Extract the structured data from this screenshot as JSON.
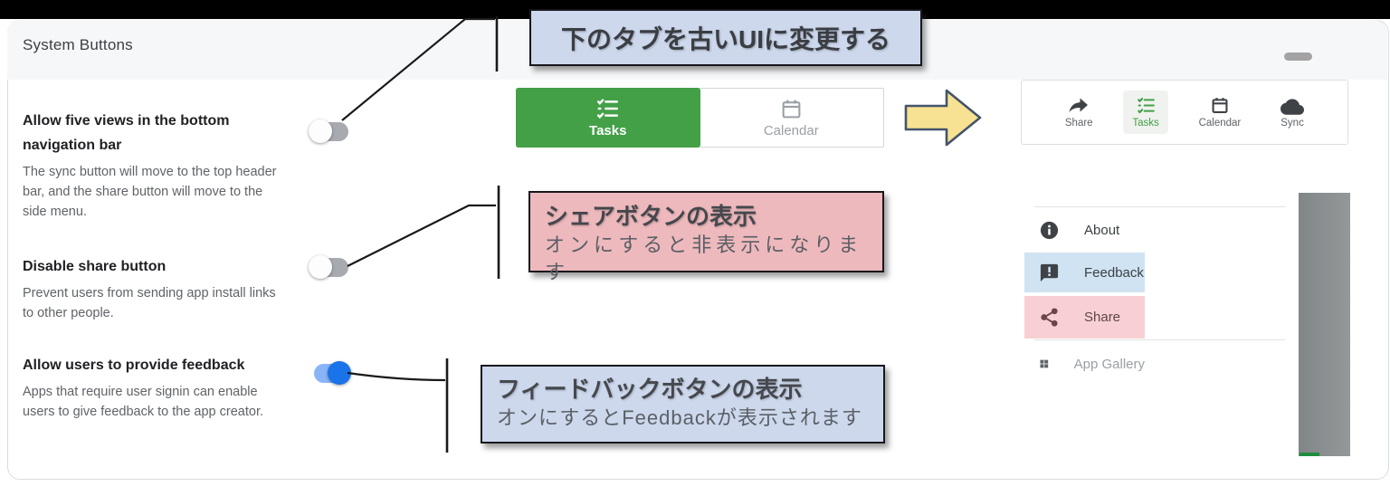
{
  "header": {
    "title": "System Buttons"
  },
  "settings": [
    {
      "title": "Allow five views in the bottom navigation bar",
      "description": "The sync button will move to the top header bar, and the share button will move to the side menu.",
      "state": "off"
    },
    {
      "title": "Disable share button",
      "description": "Prevent users from sending app install links to other people.",
      "state": "off"
    },
    {
      "title": "Allow users to provide feedback",
      "description": "Apps that require user signin can enable users to give feedback to the app creator.",
      "state": "on"
    }
  ],
  "annotations": {
    "tabs_note": {
      "text": "下のタブを古いUIに変更する"
    },
    "share_note": {
      "title": "シェアボタンの表示",
      "subtitle": "オンにすると非表示になります"
    },
    "feedback_note": {
      "title": "フィードバックボタンの表示",
      "subtitle": "オンにするとFeedbackが表示されます"
    }
  },
  "new_ui_tabbar": {
    "tabs": [
      {
        "label": "Tasks",
        "selected": true
      },
      {
        "label": "Calendar",
        "selected": false
      }
    ]
  },
  "old_ui_tabbar": {
    "tabs": [
      {
        "label": "Share",
        "selected": false
      },
      {
        "label": "Tasks",
        "selected": true
      },
      {
        "label": "Calendar",
        "selected": false
      },
      {
        "label": "Sync",
        "selected": false
      }
    ]
  },
  "side_menu": {
    "items": [
      {
        "label": "About",
        "highlight": "none"
      },
      {
        "label": "Feedback",
        "highlight": "blue"
      },
      {
        "label": "Share",
        "highlight": "pink"
      },
      {
        "label": "App Gallery",
        "highlight": "disabled"
      }
    ]
  },
  "colors": {
    "accent_green": "#43a047",
    "toggle_on_thumb": "#1a73e8",
    "toggle_on_track": "#8ab4f8",
    "toggle_off_track": "#a7abaf",
    "note_blue": "#cdd8ed",
    "note_pink": "#eeb9bd",
    "menu_highlight_blue": "#cfe3f3",
    "menu_highlight_pink": "#f8d0d3",
    "arrow_yellow": "#f7e192",
    "arrow_border": "#44546a"
  }
}
